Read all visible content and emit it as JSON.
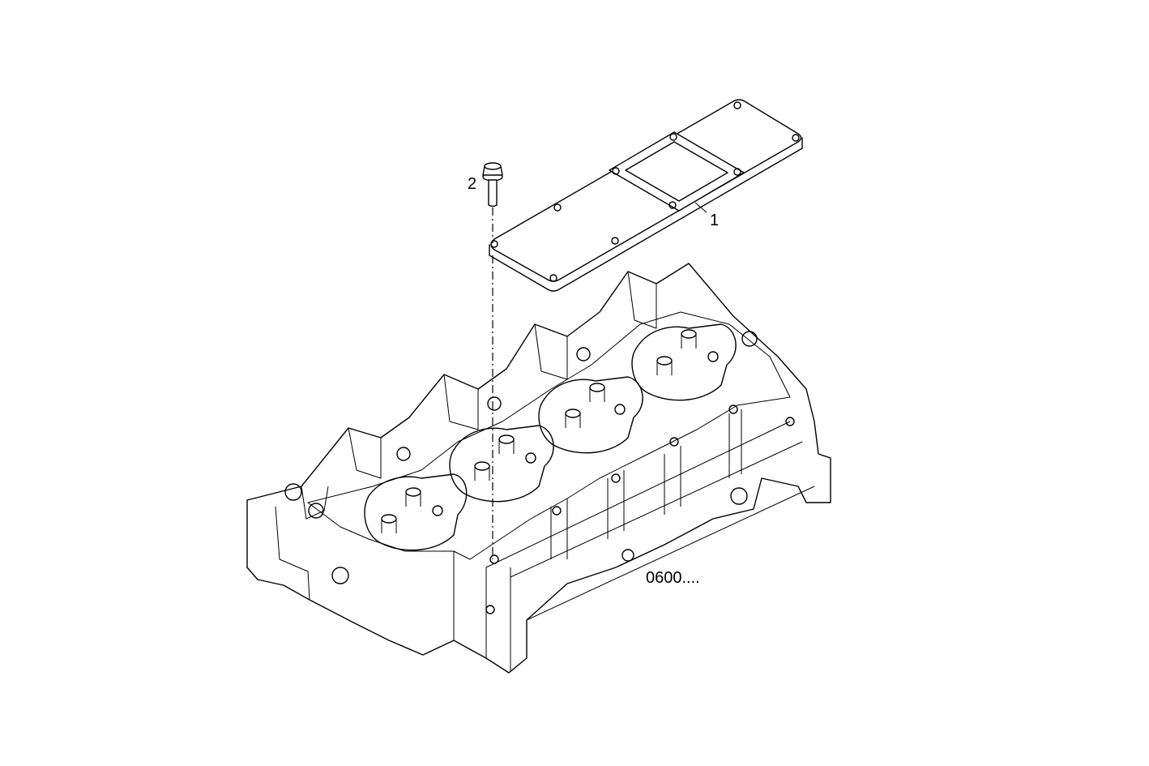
{
  "callouts": {
    "part_1": "1",
    "part_2": "2",
    "assembly_ref": "0600...."
  }
}
